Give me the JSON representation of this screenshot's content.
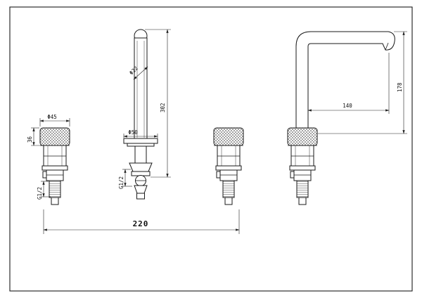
{
  "drawing": {
    "type": "faucet-technical-drawing",
    "dims": {
      "handle_diameter": "Φ45",
      "handle_height": "36",
      "handle_thread": "G1/2",
      "spout_diameter": "Φ22",
      "spout_height": "302",
      "base_diameter": "Φ50",
      "valve_thread": "G1/2",
      "spout_reach": "140",
      "spout_rise": "178",
      "center_distance": "220"
    }
  }
}
